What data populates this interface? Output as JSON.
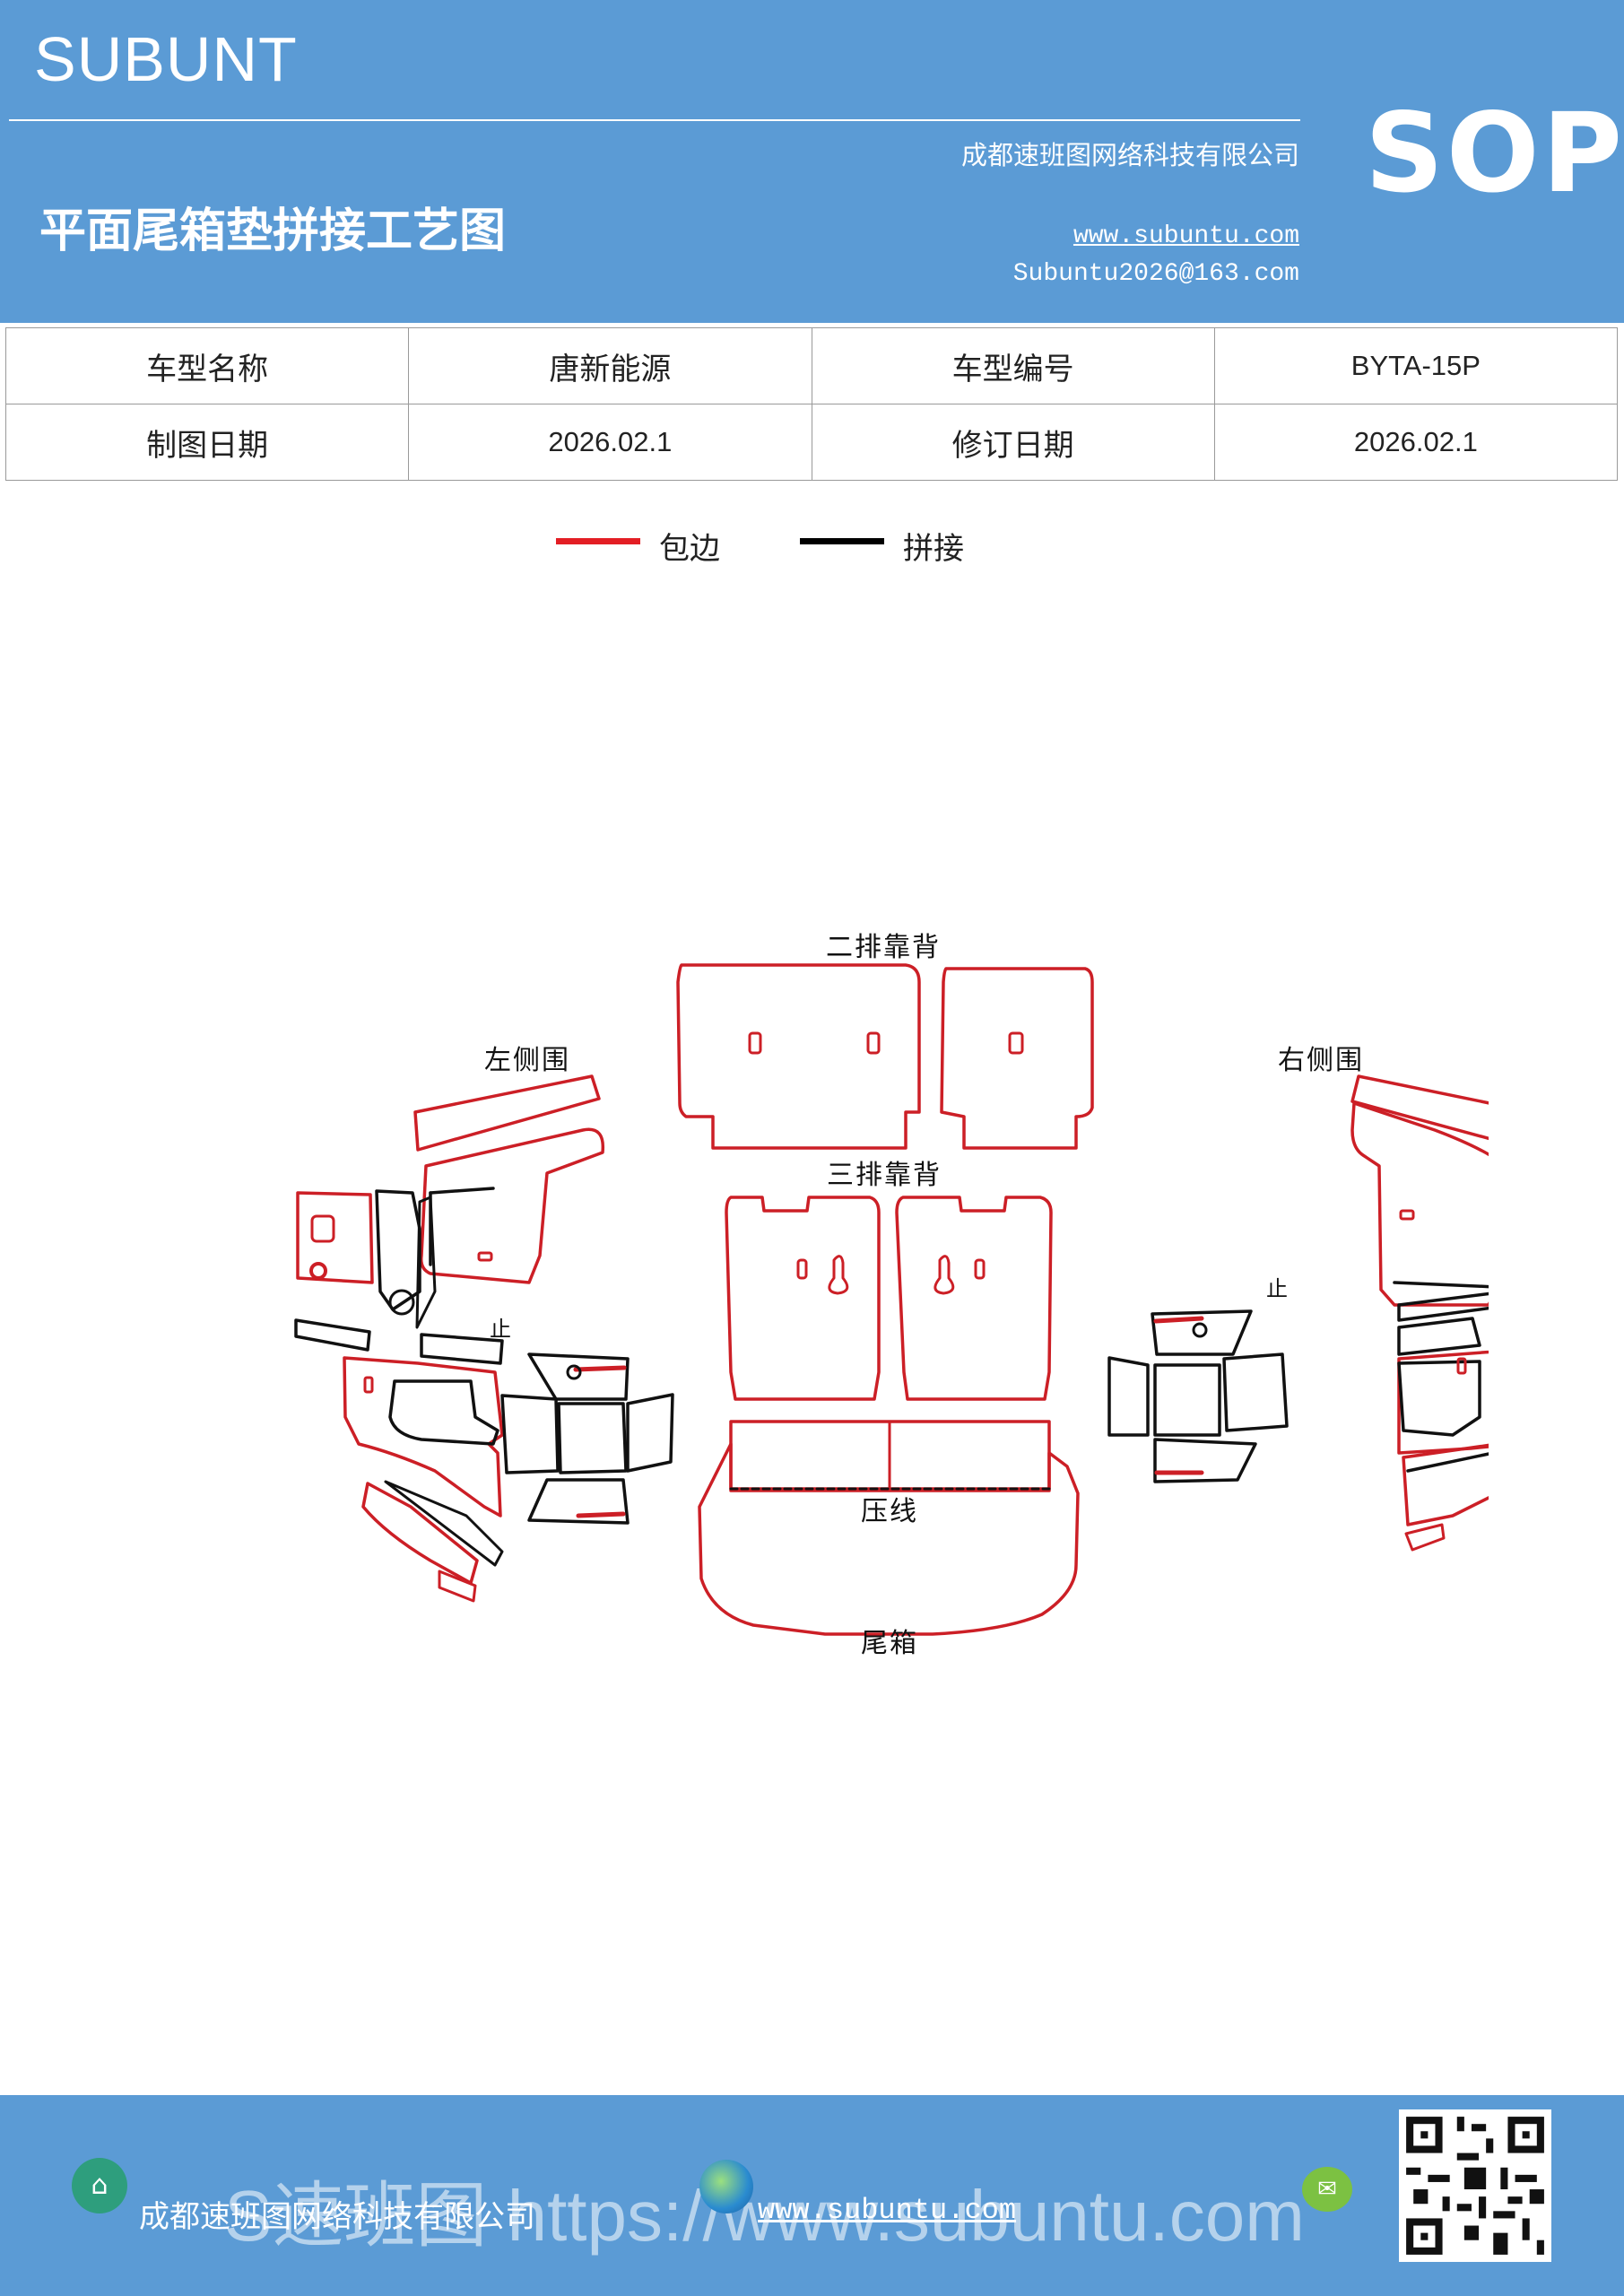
{
  "header": {
    "brand": "SUBUNT",
    "title": "平面尾箱垫拼接工艺图",
    "company": "成都速班图网络科技有限公司",
    "website": "www.subuntu.com",
    "email": "Subuntu2026@163.com",
    "badge": "SOP"
  },
  "info_table": {
    "model_name_label": "车型名称",
    "model_name_value": "唐新能源",
    "model_code_label": "车型编号",
    "model_code_value": "BYTA-15P",
    "draw_date_label": "制图日期",
    "draw_date_value": "2026.02.1",
    "revise_date_label": "修订日期",
    "revise_date_value": "2026.02.1"
  },
  "legend": {
    "items": [
      {
        "label": "包边",
        "color": "#e31e24"
      },
      {
        "label": "拼接",
        "color": "#000000"
      }
    ]
  },
  "diagram": {
    "labels": {
      "second_row": "二排靠背",
      "third_row": "三排靠背",
      "left_side": "左侧围",
      "right_side": "右侧围",
      "press_line": "压线",
      "trunk": "尾箱",
      "stop_left": "止",
      "stop_right": "止"
    },
    "colors": {
      "edge": "#cc1f26",
      "seam": "#111111"
    }
  },
  "footer": {
    "company": "成都速班图网络科技有限公司",
    "watermark": "S速班图 https://www.subuntu.com",
    "website": "www.subuntu.com",
    "icons": [
      "building-icon",
      "globe-icon",
      "wechat-icon",
      "qr-code"
    ]
  }
}
